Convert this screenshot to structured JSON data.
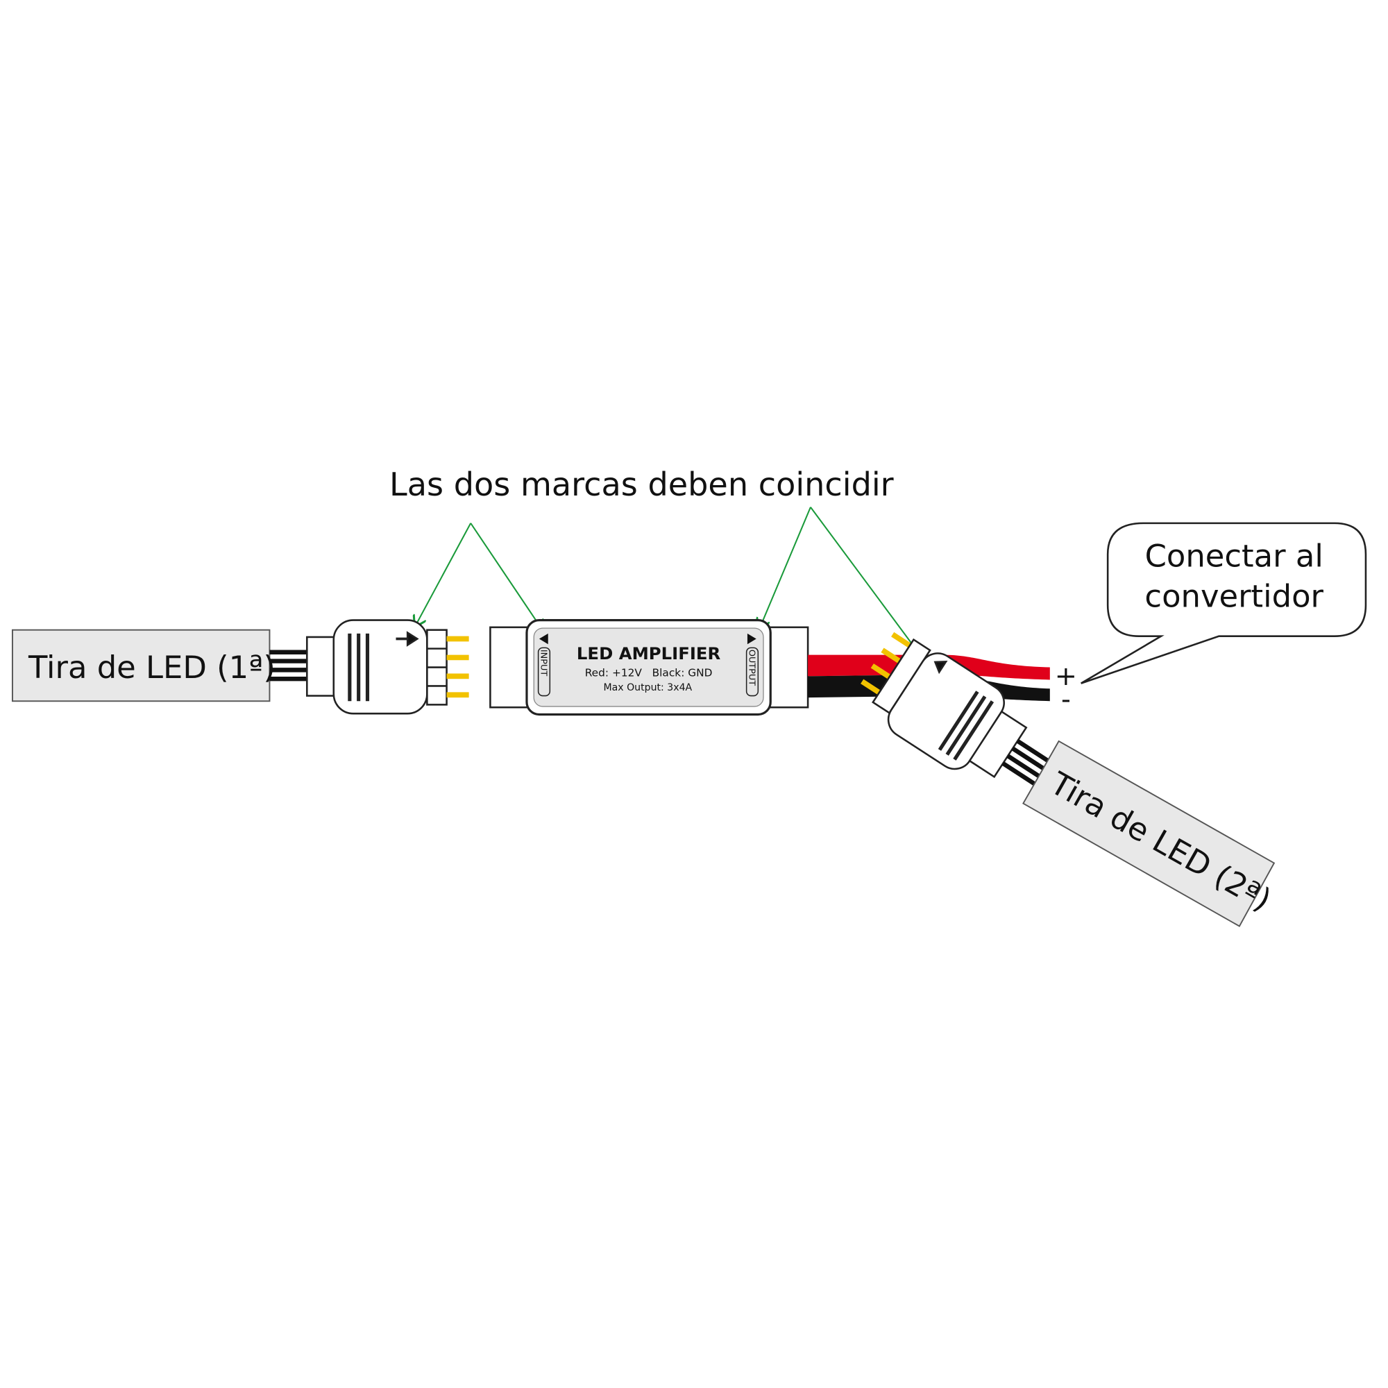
{
  "title": "Las dos marcas deben coincidir",
  "strip1": {
    "label": "Tira de LED (1ª)"
  },
  "strip2": {
    "label": "Tira de LED (2ª)"
  },
  "amplifier": {
    "name": "LED AMPLIFIER",
    "spec1": "Red: +12V   Black: GND",
    "spec2": "Max Output: 3x4A",
    "input_label": "INPUT",
    "output_label": "OUTPUT"
  },
  "callout": {
    "line1": "Conectar al",
    "line2": "convertidor"
  },
  "power": {
    "plus": "+",
    "minus": "-"
  },
  "colors": {
    "arrow": "#1a9a3a",
    "red_wire": "#e0001a",
    "black_wire": "#111111",
    "pin": "#f2c200",
    "strip_fill": "#e8e8e8"
  }
}
